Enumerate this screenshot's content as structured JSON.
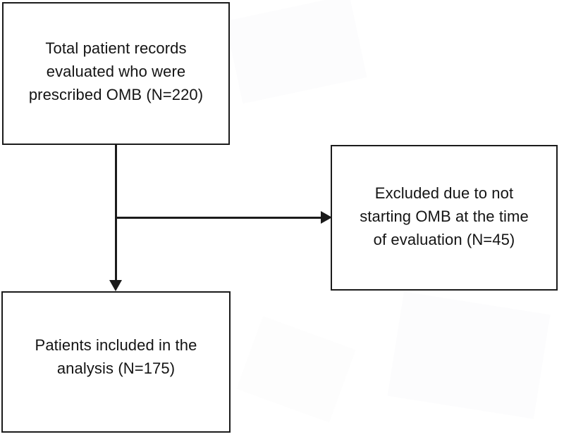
{
  "figure": {
    "type": "flowchart",
    "orientation": "vertical-with-side-branch",
    "background_color": "#ffffff",
    "line_color": "#1b1b1b",
    "text_color": "#141414"
  },
  "nodes": [
    {
      "id": "total-records",
      "label": "Total patient records\nevaluated who were\nprescribed OMB (N=220)",
      "count": 220,
      "count_text": "N=220"
    },
    {
      "id": "excluded",
      "label": "Excluded due to not\nstarting OMB at the time\nof evaluation (N=45)",
      "count": 45,
      "count_text": "N=45"
    },
    {
      "id": "included",
      "label": "Patients included in the\nanalysis (N=175)",
      "count": 175,
      "count_text": "N=175"
    }
  ],
  "connectors": [
    {
      "id": "total-to-included",
      "from": "total-records",
      "to": "included",
      "direction": "down",
      "arrowhead": true
    },
    {
      "id": "total-to-excluded",
      "from": "total-records",
      "to": "excluded",
      "direction": "right",
      "arrowhead": true
    }
  ]
}
